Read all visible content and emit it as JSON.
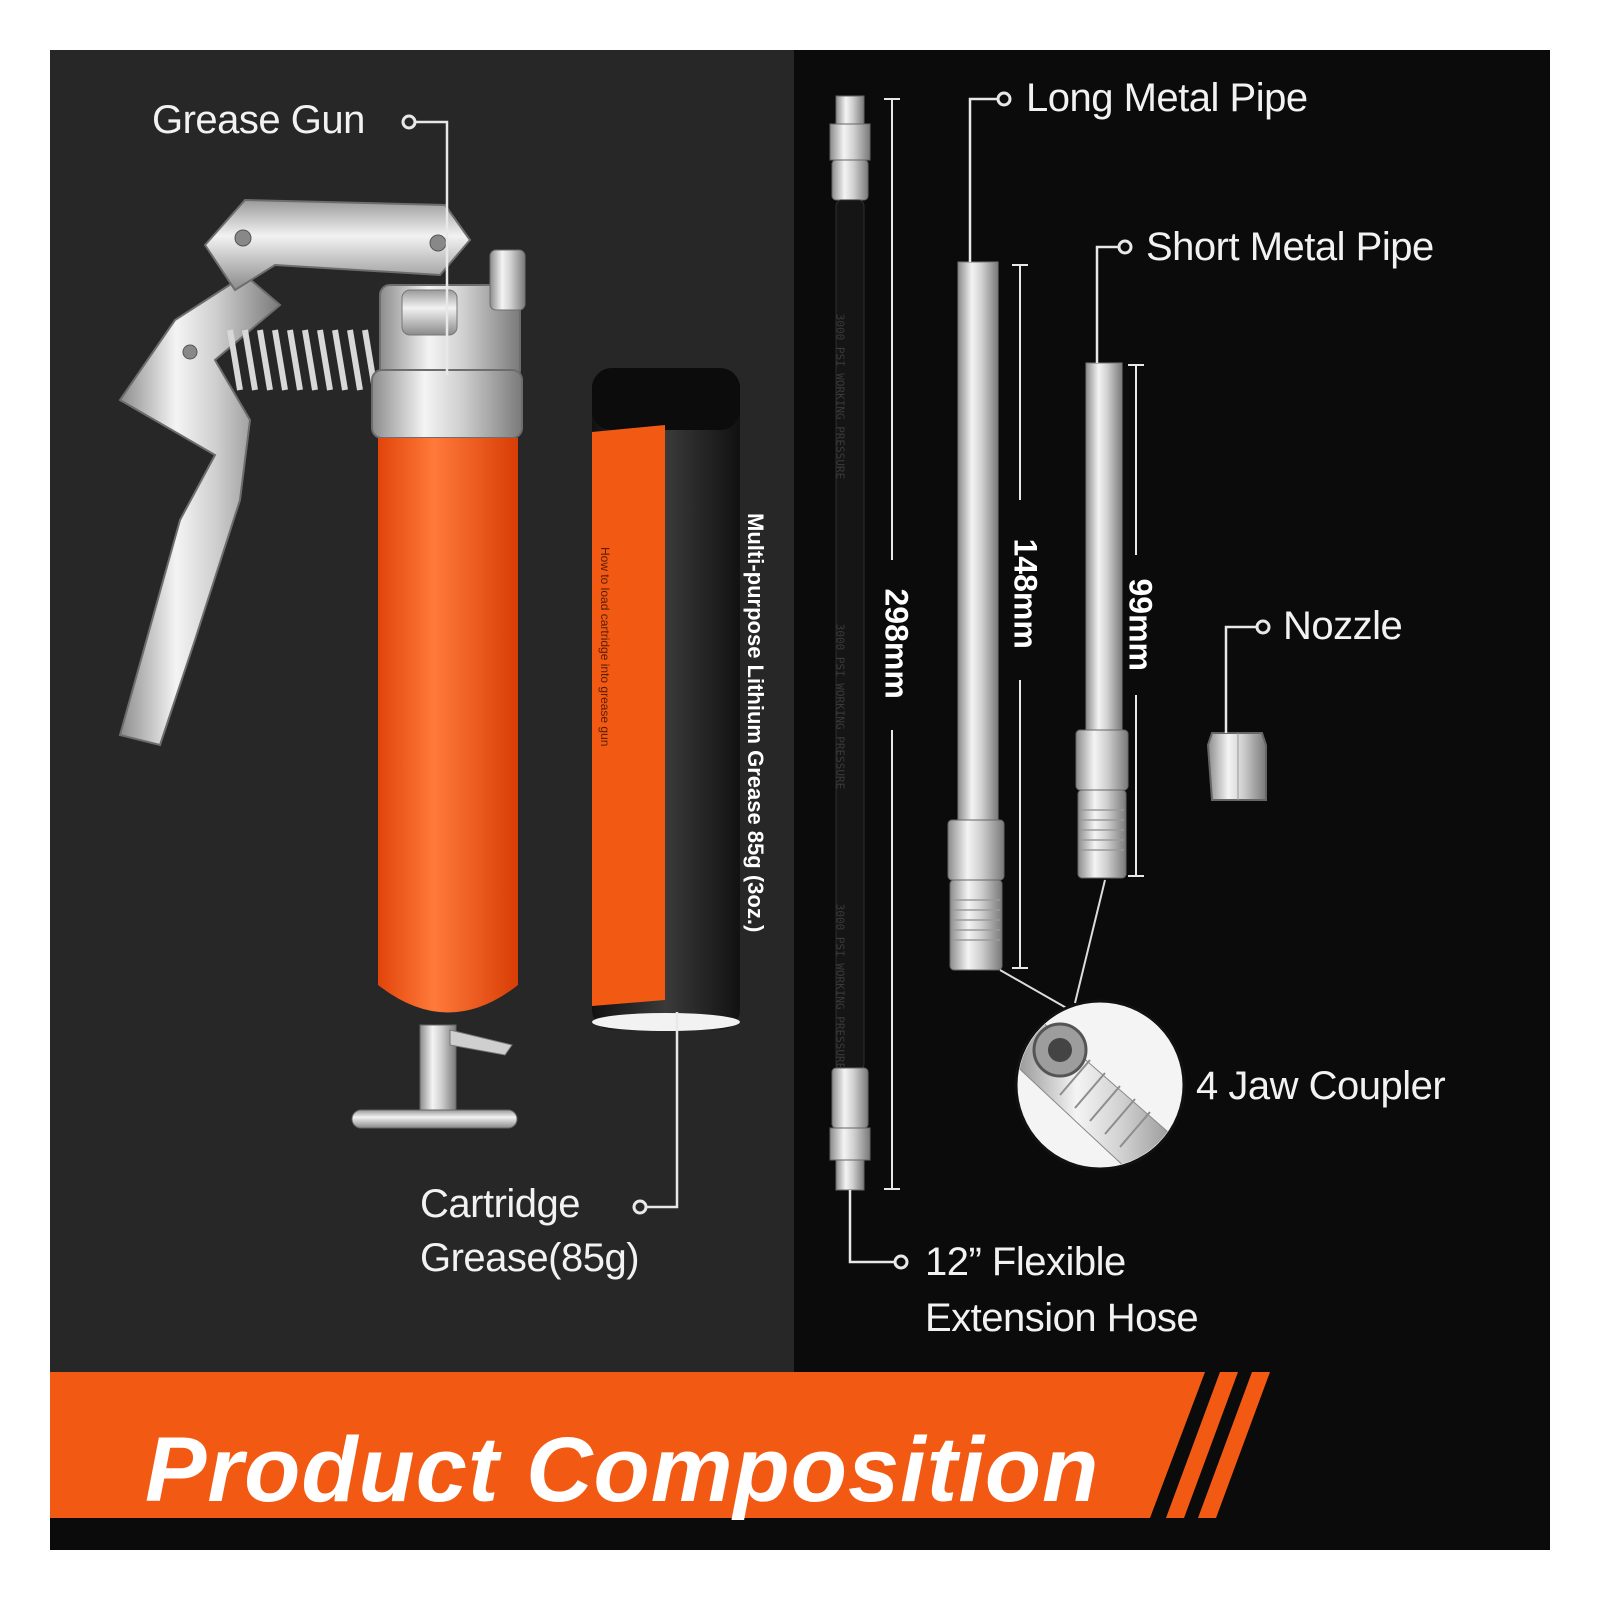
{
  "banner": {
    "title": "Product Composition"
  },
  "labels": {
    "grease_gun": "Grease Gun",
    "cartridge_line1": "Cartridge",
    "cartridge_line2": "Grease(85g)",
    "long_pipe": "Long Metal Pipe",
    "short_pipe": "Short Metal Pipe",
    "nozzle": "Nozzle",
    "coupler": "4 Jaw Coupler",
    "hose_line1": "12” Flexible",
    "hose_line2": "Extension Hose"
  },
  "dimensions": {
    "hose": "298mm",
    "long_pipe": "148mm",
    "short_pipe": "99mm"
  },
  "cartridge": {
    "main_text": "Multi-purpose Lithium Grease 85g (3oz.)",
    "sub_text": "How to load cartridge into grease gun"
  },
  "hose": {
    "print_text": "3000 PSI WORKING PRESSURE"
  },
  "colors": {
    "accent_orange": "#f25a14",
    "panel_left": "#272727",
    "panel_right": "#0b0b0b",
    "text": "#f2f2f2"
  }
}
